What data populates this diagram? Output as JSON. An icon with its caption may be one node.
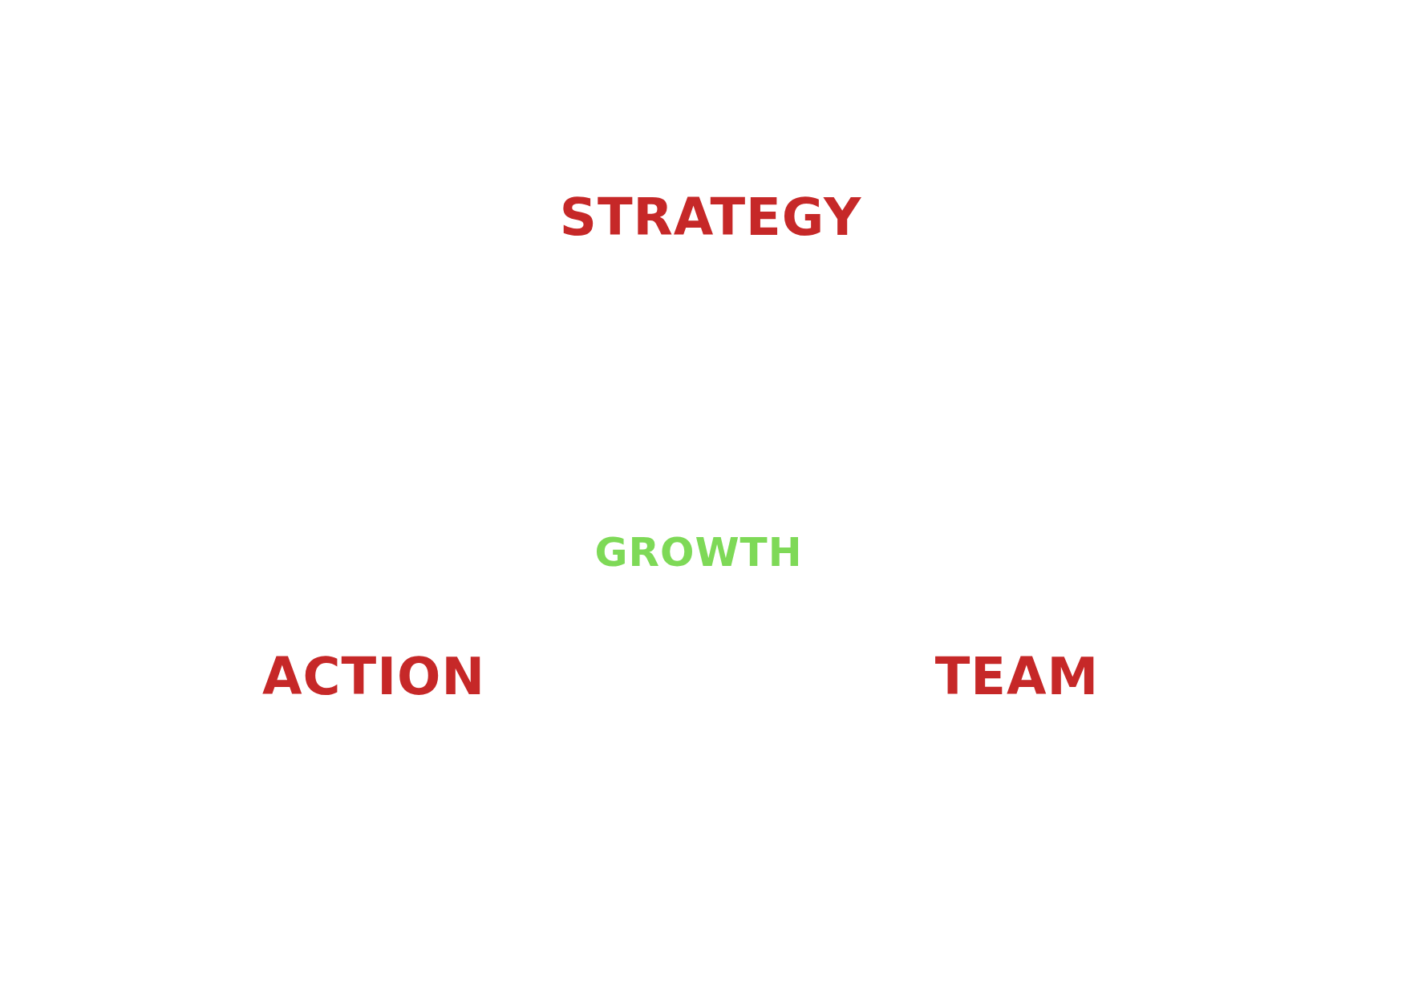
{
  "diagram": {
    "labels": [
      "STRATEGY",
      "GROWTH",
      "ACTION",
      "TEAM"
    ]
  }
}
